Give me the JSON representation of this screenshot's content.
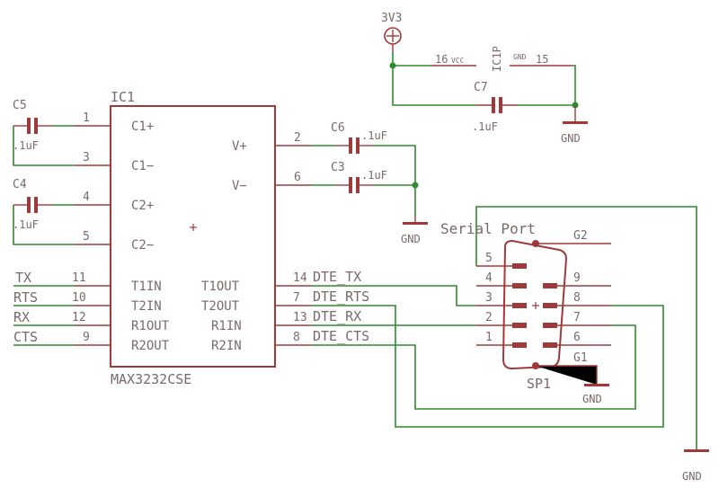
{
  "schematic": {
    "ic_name": "IC1",
    "ic_value": "MAX3232CSE",
    "ic_pins_left": [
      {
        "num": "1",
        "label": "C1+"
      },
      {
        "num": "3",
        "label": "C1−"
      },
      {
        "num": "4",
        "label": "C2+"
      },
      {
        "num": "5",
        "label": "C2−"
      },
      {
        "num": "11",
        "label": "T1IN"
      },
      {
        "num": "10",
        "label": "T2IN"
      },
      {
        "num": "12",
        "label": "R1OUT"
      },
      {
        "num": "9",
        "label": "R2OUT"
      }
    ],
    "ic_pins_right": [
      {
        "num": "2",
        "label": "V+"
      },
      {
        "num": "6",
        "label": "V−"
      },
      {
        "num": "14",
        "label": "T1OUT"
      },
      {
        "num": "7",
        "label": "T2OUT"
      },
      {
        "num": "13",
        "label": "R1IN"
      },
      {
        "num": "8",
        "label": "R2IN"
      }
    ],
    "ic_power": {
      "vcc_pin": "16",
      "vcc_label": "VCC",
      "gnd_pin": "15",
      "gnd_label": "GND",
      "part_ref": "IC1P"
    },
    "caps": {
      "c5": {
        "name": "C5",
        "value": ".1uF"
      },
      "c4": {
        "name": "C4",
        "value": ".1uF"
      },
      "c6": {
        "name": "C6",
        "value": ".1uF"
      },
      "c3": {
        "name": "C3",
        "value": ".1uF"
      },
      "c7": {
        "name": "C7",
        "value": ".1uF"
      }
    },
    "supply": {
      "name": "3V3"
    },
    "gnd_labels": {
      "g1": "GND",
      "g2": "GND",
      "g3": "GND",
      "g4": "GND",
      "g5": "GND"
    },
    "left_nets": [
      "TX",
      "RTS",
      "RX",
      "CTS"
    ],
    "right_nets": [
      "DTE_TX",
      "DTE_RTS",
      "DTE_RX",
      "DTE_CTS"
    ],
    "connector": {
      "title": "Serial Port",
      "name": "SP1",
      "pins_left": [
        "5",
        "4",
        "3",
        "2",
        "1"
      ],
      "pins_right": [
        "9",
        "8",
        "7",
        "6"
      ],
      "shield_top": "G2",
      "shield_bottom": "G1"
    }
  }
}
